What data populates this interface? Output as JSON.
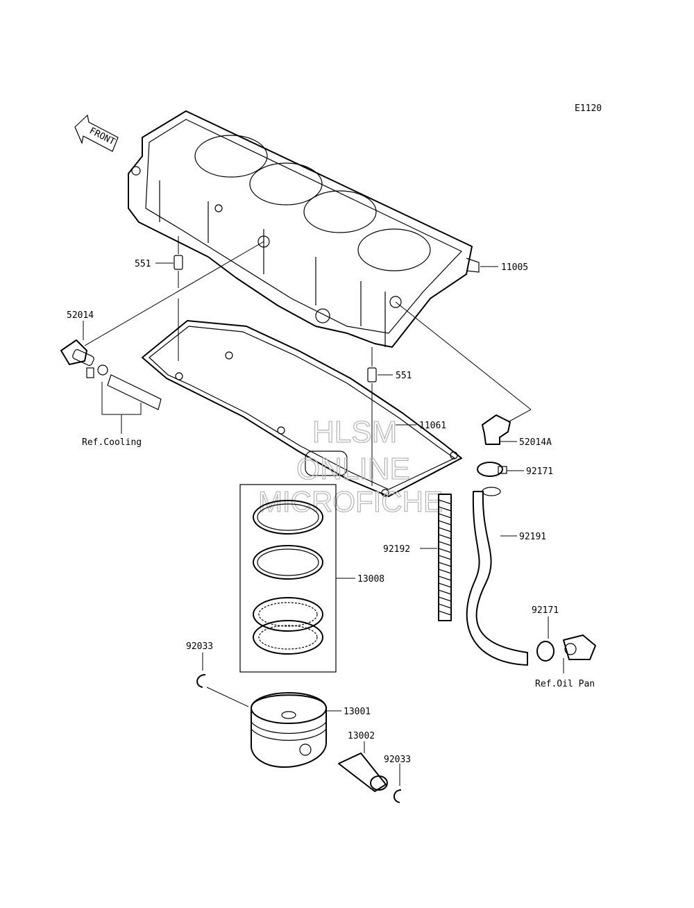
{
  "diagram_code": "E1120",
  "front_label": "FRONT",
  "watermark": {
    "line1": "HLSM",
    "line2": "ONLINE",
    "line3": "MICROFICHE"
  },
  "labels": {
    "dowel_pin_upper": "551",
    "cylinder": "11005",
    "fitting_left": "52014",
    "dowel_pin_lower": "551",
    "gasket": "11061",
    "ref_cooling": "Ref.Cooling",
    "fitting_right": "52014A",
    "clamp_upper": "92171",
    "hose": "92191",
    "stud": "92192",
    "piston_rings": "13008",
    "clamp_lower": "92171",
    "ref_oil_pan": "Ref.Oil Pan",
    "circlip_left": "92033",
    "piston": "13001",
    "piston_pin": "13002",
    "circlip_right": "92033"
  }
}
